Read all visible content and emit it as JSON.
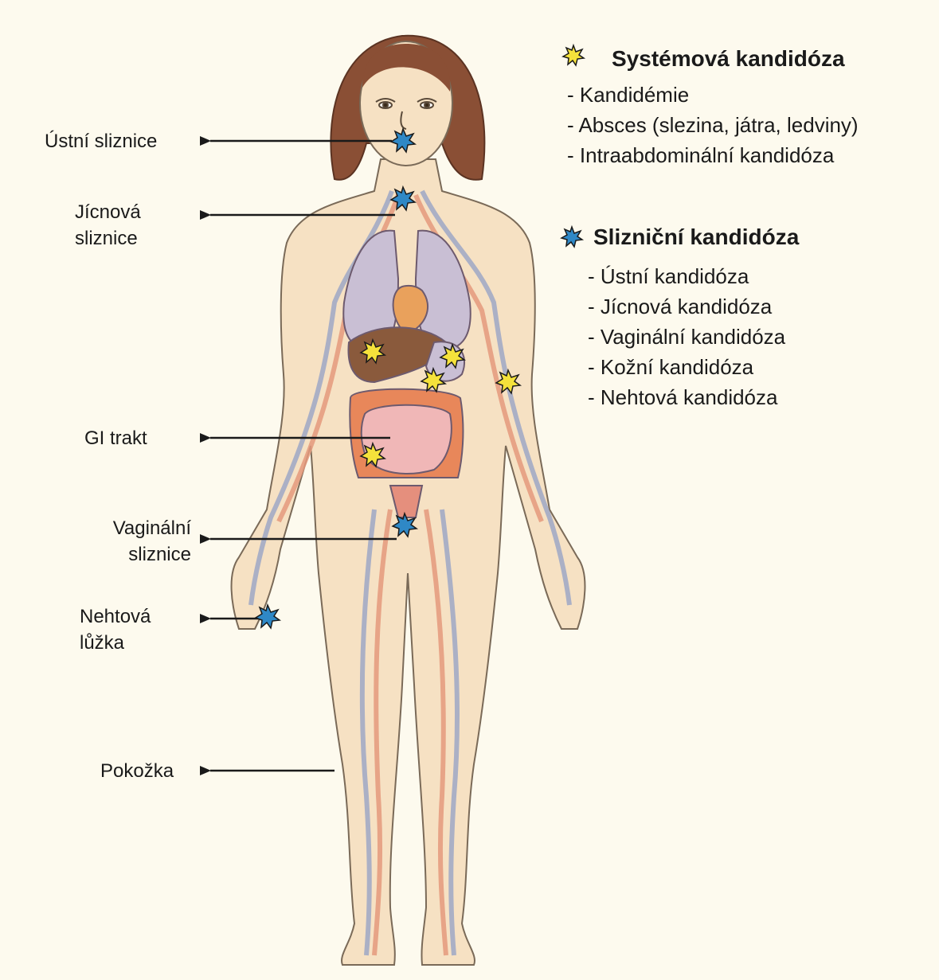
{
  "labels": {
    "oral": [
      "Ústní sliznice"
    ],
    "esophageal": [
      "Jícnová",
      "sliznice"
    ],
    "gi": [
      "GI trakt"
    ],
    "vaginal": [
      "Vaginální",
      "sliznice"
    ],
    "nail": [
      "Nehtová",
      "lůžka"
    ],
    "skin": [
      "Pokožka"
    ]
  },
  "legend": {
    "systemic": {
      "title": "Systémová kandidóza",
      "items": [
        "- Kandidémie",
        "- Absces (slezina, játra, ledviny)",
        "- Intraabdominální kandidóza"
      ],
      "icon": "yellow-star-icon"
    },
    "mucosal": {
      "title": "Slizniční kandidóza",
      "items": [
        "- Ústní kandidóza",
        "- Jícnová kandidóza",
        "- Vaginální kandidóza",
        "- Kožní kandidóza",
        "- Nehtová kandidóza"
      ],
      "icon": "blue-star-icon"
    }
  },
  "colors": {
    "background": "#fdfaee",
    "skin": "#f6e1c3",
    "hair": "#8a4f35",
    "artery": "#e59a7d",
    "vein": "#9fa8c6",
    "lung": "#c9bfd4",
    "liver": "#8a5a3c",
    "intestine": "#e8875a",
    "small_intestine": "#f0b7b7",
    "systemic_star": "#f5e23b",
    "mucosal_star": "#2f88c6"
  }
}
